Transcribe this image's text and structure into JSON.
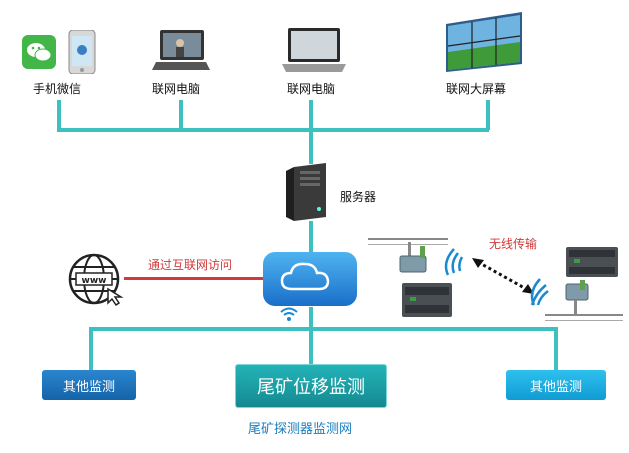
{
  "devices": {
    "phone_label": "手机微信",
    "laptop1_label": "联网电脑",
    "laptop2_label": "联网电脑",
    "screen_label": "联网大屏幕"
  },
  "server_label": "服务器",
  "internet_label": "通过互联网访问",
  "wireless_label": "无线传输",
  "buttons": {
    "other_left": "其他监测",
    "main": "尾矿位移监测",
    "other_right": "其他监测"
  },
  "subtitle": "尾矿探测器监测网",
  "colors": {
    "teal_line": "#3fc0c0",
    "btn_left": "#1c6fb8",
    "btn_main": "#1a9aa0",
    "btn_right": "#16a8dc",
    "cloud": "#2c8ddc",
    "red": "#d03a3a"
  }
}
